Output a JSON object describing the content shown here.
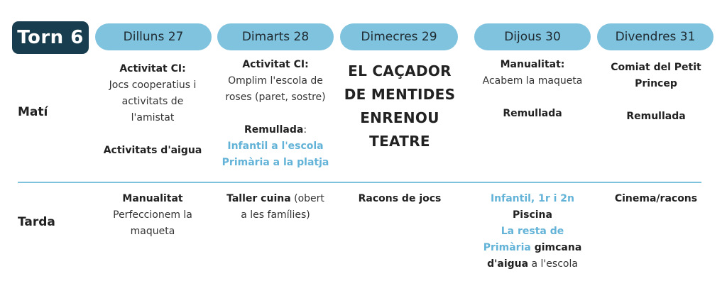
{
  "header": {
    "torn": "Torn 6",
    "days": [
      "Dilluns 27",
      "Dimarts 28",
      "Dimecres 29",
      "Dijous 30",
      "Divendres 31"
    ]
  },
  "rows": {
    "mati": "Matí",
    "tarda": "Tarda"
  },
  "mati": {
    "dilluns": {
      "title": "Activitat CI:",
      "lines": [
        "Jocs cooperatius i",
        "activitats de",
        "l'amistat"
      ],
      "extra": "Activitats d'aigua"
    },
    "dimarts": {
      "title": "Activitat CI:",
      "lines": [
        "Omplim l'escola de",
        "roses (paret, sostre)"
      ],
      "remullada": "Remullada",
      "colon": ":",
      "blue1": "Infantil a l'escola",
      "blue2": "Primària a la platja"
    },
    "dimecres": [
      "EL CAÇADOR",
      "DE MENTIDES",
      "ENRENOU",
      "TEATRE"
    ],
    "dijous": {
      "title": "Manualitat:",
      "line": "Acabem la maqueta",
      "extra": "Remullada"
    },
    "divendres": {
      "l1": "Comiat del Petit",
      "l2": "Princep",
      "extra": "Remullada"
    }
  },
  "tarda": {
    "dilluns": {
      "title": "Manualitat",
      "lines": [
        "Perfeccionem la",
        "maqueta"
      ]
    },
    "dimarts": {
      "bold": "Taller cuina",
      "rest1": " (obert",
      "rest2": "a les famílies)"
    },
    "dimecres": "Racons de jocs",
    "dijous": {
      "blue1": "Infantil, 1r i 2n",
      "piscina": "Piscina",
      "blue2": "La resta de",
      "blue3": "Primària",
      "gimcana": " gimcana",
      "aigua": "d'aigua",
      "escola": " a l'escola"
    },
    "divendres": "Cinema/racons"
  }
}
